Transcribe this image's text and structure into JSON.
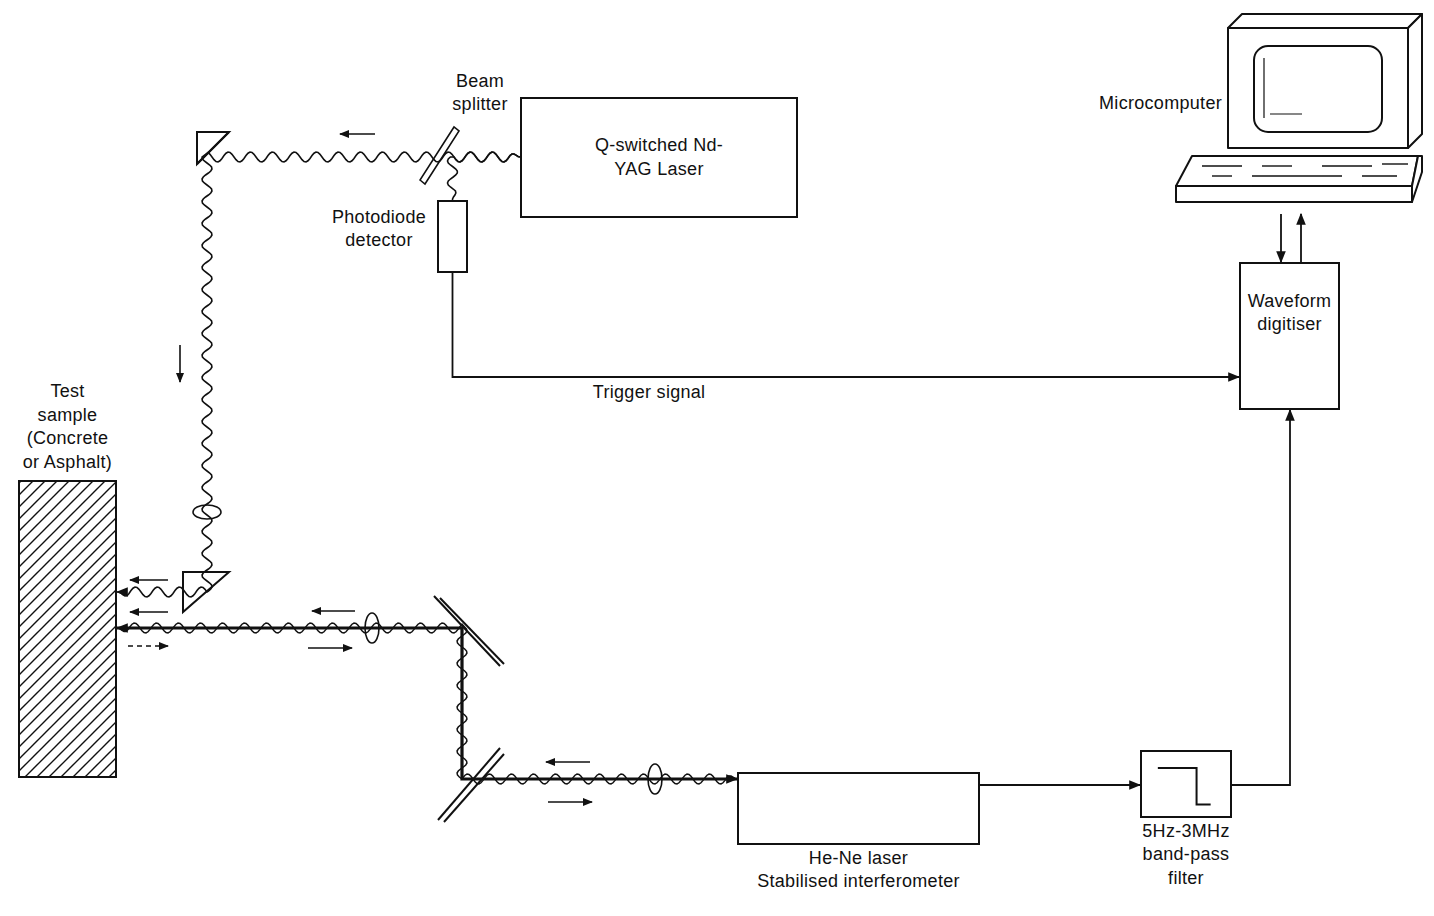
{
  "diagram": {
    "nodes": [
      {
        "text": [
          "Q-switched Nd-YAG Laser"
        ]
      },
      {
        "text": [
          "Photodiode detector"
        ]
      },
      {
        "text": [
          "Microcomputer"
        ]
      },
      {
        "text": [
          "Waveform digitiser"
        ]
      },
      {
        "text": [
          "Test sample (Concrete or Asphalt)"
        ]
      },
      {
        "text": [
          "He-Ne laser",
          "Stabilised interferometer"
        ]
      },
      {
        "text": [
          "5Hz-3MHz band-pass filter"
        ]
      }
    ],
    "edges": [
      {
        "from": 0,
        "to": 4,
        "arrow": "to"
      },
      {
        "from": 0,
        "to": 1,
        "arrow": "none"
      },
      {
        "from": 1,
        "to": 3,
        "label": "Trigger signal",
        "arrow": "to"
      },
      {
        "from": 2,
        "to": 3,
        "arrow": "to"
      },
      {
        "from": 3,
        "to": 2,
        "arrow": "to"
      },
      {
        "from": 5,
        "to": 4,
        "arrow": "both"
      },
      {
        "from": 5,
        "to": 6,
        "arrow": "to"
      },
      {
        "from": 6,
        "to": 3,
        "arrow": "to"
      }
    ],
    "labels": [
      "Beam splitter"
    ]
  }
}
